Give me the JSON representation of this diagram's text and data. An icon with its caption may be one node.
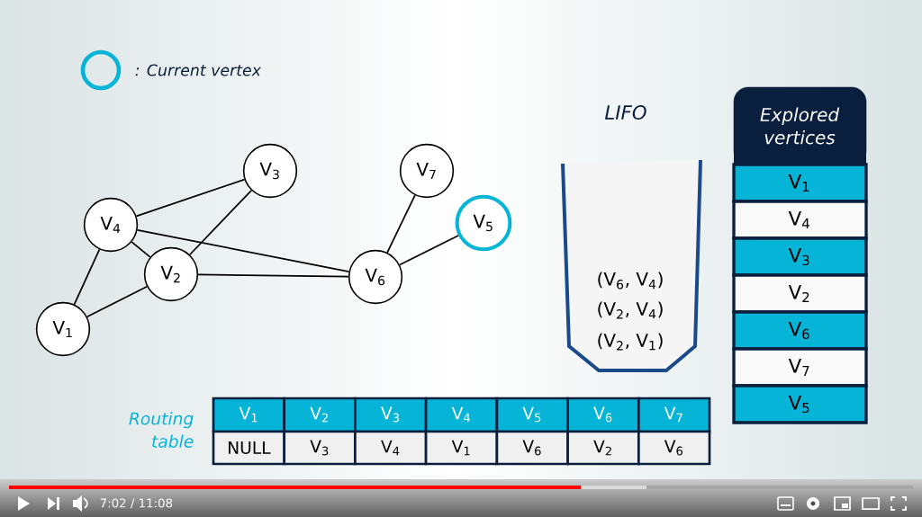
{
  "diagram": {
    "nodes": [
      {
        "text": [
          "V$_{1}$"
        ]
      },
      {
        "text": [
          "V$_{2}$"
        ]
      },
      {
        "text": [
          "V$_{3}$"
        ]
      },
      {
        "text": [
          "V$_{4}$"
        ]
      },
      {
        "text": [
          "V$_{5}$"
        ]
      },
      {
        "text": [
          "V$_{6}$"
        ]
      },
      {
        "text": [
          "V$_{7}$"
        ]
      }
    ],
    "edges": [
      {
        "from": 3,
        "to": 2,
        "arrow": "none"
      },
      {
        "from": 2,
        "to": 1,
        "arrow": "none"
      },
      {
        "from": 3,
        "to": 1,
        "arrow": "none"
      },
      {
        "from": 3,
        "to": 0,
        "arrow": "none"
      },
      {
        "from": 0,
        "to": 1,
        "arrow": "none"
      },
      {
        "from": 3,
        "to": 5,
        "arrow": "none"
      },
      {
        "from": 1,
        "to": 5,
        "arrow": "none"
      },
      {
        "from": 6,
        "to": 5,
        "arrow": "none"
      },
      {
        "from": 5,
        "to": 4,
        "arrow": "none"
      }
    ],
    "labels": [
      "LIFO",
      "(V$_{6}$, V$_{4}$)",
      "(V$_{2}$, V$_{4}$)",
      "(V$_{2}$, V$_{1}$)",
      "Explored vertices",
      "V$_{1}$",
      "V$_{4}$",
      "V$_{3}$",
      "V$_{2}$",
      "V$_{6}$",
      "V$_{7}$",
      "V$_{5}$",
      "Routing table",
      "V$_{1}$",
      "V$_{2}$",
      "V$_{3}$",
      "V$_{4}$",
      "V$_{5}$",
      "V$_{6}$",
      "V$_{7}$",
      "NULL",
      "V$_{3}$",
      "V$_{4}$",
      "V$_{1}$",
      "V$_{6}$",
      "V$_{2}$",
      "V$_{6}$",
      "7:02 / 11:08"
    ],
    "legend": [
      {
        "text": ": Current vertex"
      }
    ]
  }
}
